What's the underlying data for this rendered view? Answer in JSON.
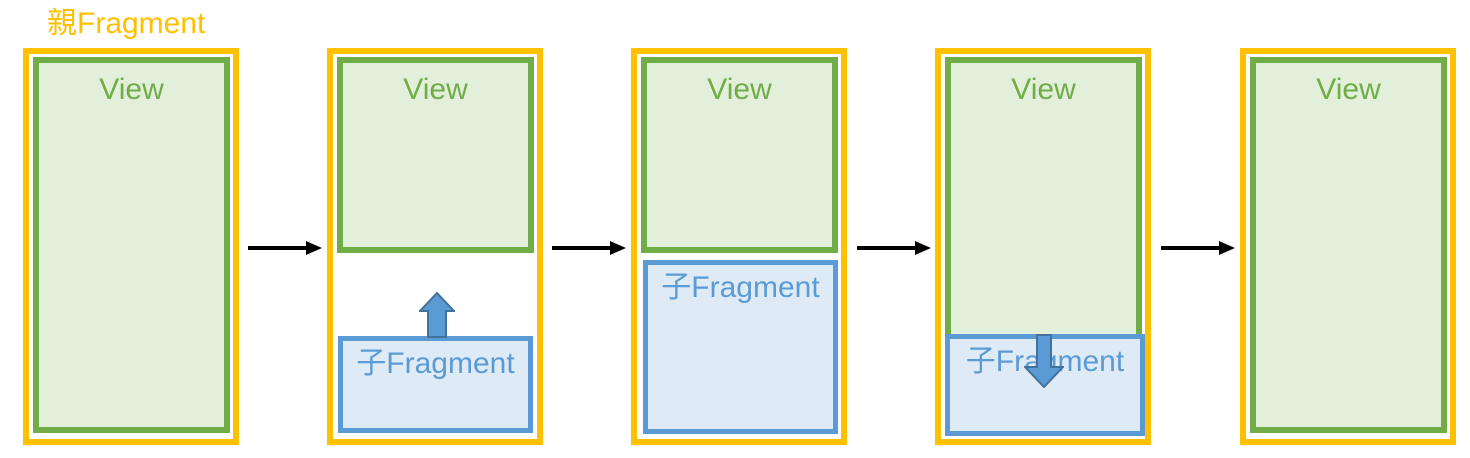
{
  "title": "親Fragment",
  "panels": [
    {
      "view_label": "View"
    },
    {
      "view_label": "View",
      "child_label": "子Fragment"
    },
    {
      "view_label": "View",
      "child_label": "子Fragment"
    },
    {
      "view_label": "View",
      "child_label": "子Fragment"
    },
    {
      "view_label": "View"
    }
  ],
  "colors": {
    "gold": "#FFC000",
    "green": "#70AD47",
    "green_fill": "#E2EFDA",
    "blue": "#5B9BD5",
    "blue_dark": "#41719C",
    "blue_fill": "#DEEBF7",
    "black": "#000000"
  }
}
